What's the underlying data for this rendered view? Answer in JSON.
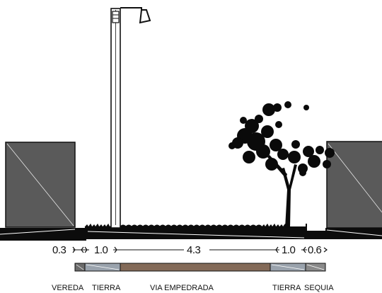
{
  "diagram": {
    "dimensions": [
      {
        "id": "vereda",
        "label": "0.3"
      },
      {
        "id": "tierra-left",
        "label": "1.0"
      },
      {
        "id": "via",
        "label": "4.3"
      },
      {
        "id": "tierra-right",
        "label": "1.0"
      },
      {
        "id": "acequia",
        "label": "0.6"
      }
    ],
    "zone_labels": {
      "vereda": "VEREDA",
      "tierra_left": "TIERRA",
      "via": "VIA EMPEDRADA",
      "tierra_right": "TIERRA",
      "acequia": "SEQUIA"
    },
    "colors": {
      "building": "#5a5a5a",
      "ground": "#0c0c0c",
      "strip_vereda": "#6b6b6b",
      "strip_tierra": "#9aa3ad",
      "strip_via": "#836a58",
      "strip_acequia": "#8a8a8a",
      "tree": "#0a0a0a"
    }
  }
}
